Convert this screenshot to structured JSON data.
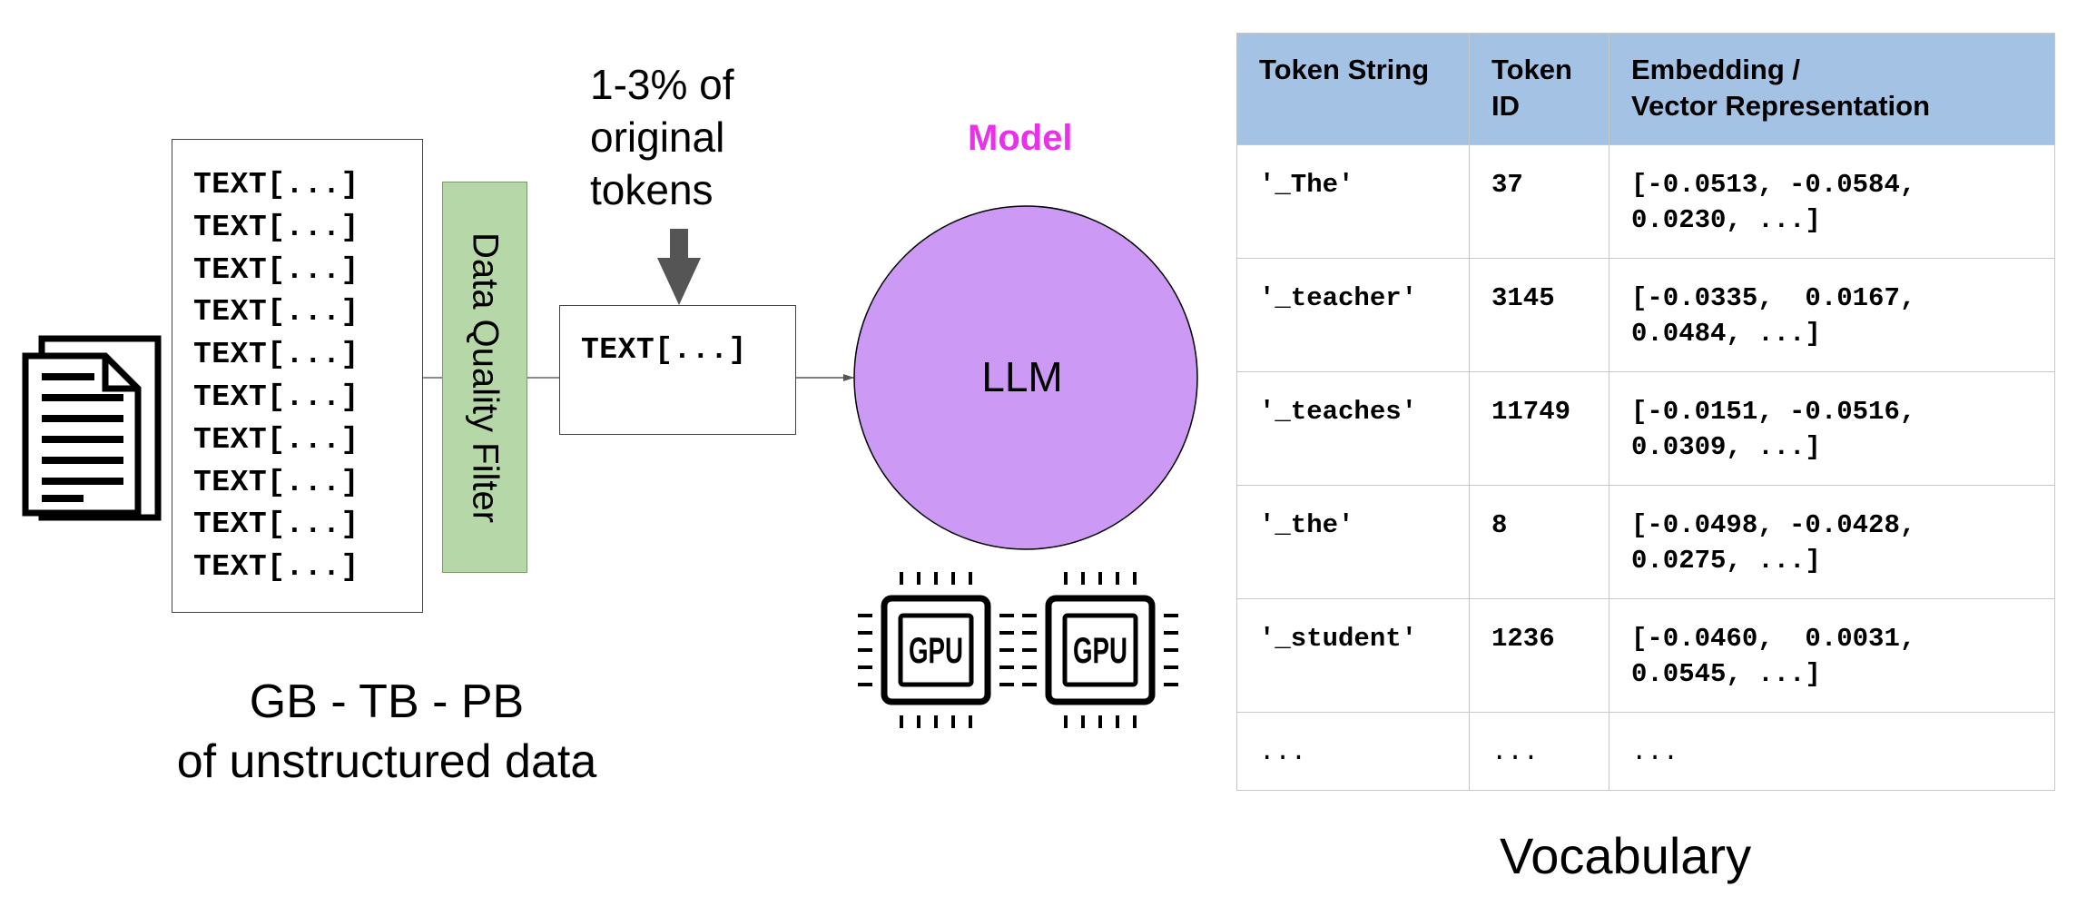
{
  "documents": {
    "icon": "documents-icon",
    "rows": [
      "TEXT[...]",
      "TEXT[...]",
      "TEXT[...]",
      "TEXT[...]",
      "TEXT[...]",
      "TEXT[...]",
      "TEXT[...]",
      "TEXT[...]",
      "TEXT[...]",
      "TEXT[...]"
    ]
  },
  "filter": {
    "label": "Data Quality Filter",
    "color": "#b6d7a8"
  },
  "filtered": {
    "text": "TEXT[...]"
  },
  "note": {
    "lines": [
      "1-3% of",
      "original",
      "tokens"
    ]
  },
  "data_caption": {
    "line1": "GB - TB - PB",
    "line2": "of unstructured data"
  },
  "model": {
    "title": "Model",
    "title_color": "#e831e8",
    "llm_label": "LLM",
    "circle_color": "#cc99f5",
    "gpu_label": "GPU",
    "gpu_icon": "gpu-chip-icon"
  },
  "vocabulary": {
    "header_color": "#a4c2e4",
    "headers": {
      "token_string": "Token String",
      "token_id_line1": "Token",
      "token_id_line2": "ID",
      "embedding_line1": "Embedding /",
      "embedding_line2": "Vector Representation"
    },
    "rows": [
      {
        "token": "'_The'",
        "id": "37",
        "vector": "[-0.0513, -0.0584,\n0.0230, ...]"
      },
      {
        "token": "'_teacher'",
        "id": "3145",
        "vector": "[-0.0335,  0.0167,\n0.0484, ...]"
      },
      {
        "token": "'_teaches'",
        "id": "11749",
        "vector": "[-0.0151, -0.0516,\n0.0309, ...]"
      },
      {
        "token": "'_the'",
        "id": "8",
        "vector": "[-0.0498, -0.0428,\n0.0275, ...]"
      },
      {
        "token": "'_student'",
        "id": "1236",
        "vector": "[-0.0460,  0.0031,\n0.0545, ...]"
      },
      {
        "token": "...",
        "id": "...",
        "vector": "..."
      }
    ],
    "caption": "Vocabulary"
  }
}
